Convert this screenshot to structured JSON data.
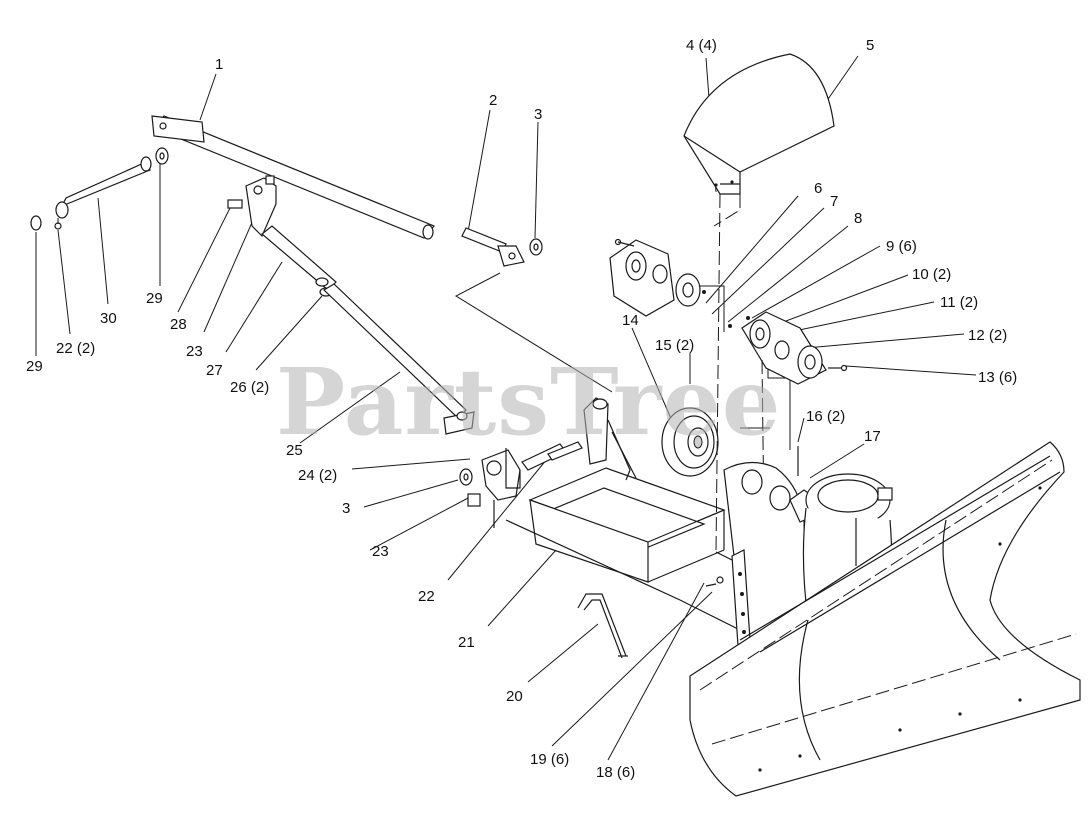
{
  "watermark": "PartsTree",
  "callouts": [
    {
      "id": "c1",
      "text": "1"
    },
    {
      "id": "c2",
      "text": "2"
    },
    {
      "id": "c3a",
      "text": "3"
    },
    {
      "id": "c4",
      "text": "4 (4)"
    },
    {
      "id": "c5",
      "text": "5"
    },
    {
      "id": "c6",
      "text": "6"
    },
    {
      "id": "c7",
      "text": "7"
    },
    {
      "id": "c8",
      "text": "8"
    },
    {
      "id": "c9",
      "text": "9 (6)"
    },
    {
      "id": "c10",
      "text": "10 (2)"
    },
    {
      "id": "c11",
      "text": "11 (2)"
    },
    {
      "id": "c12",
      "text": "12 (2)"
    },
    {
      "id": "c13",
      "text": "13 (6)"
    },
    {
      "id": "c14",
      "text": "14"
    },
    {
      "id": "c15",
      "text": "15 (2)"
    },
    {
      "id": "c16",
      "text": "16 (2)"
    },
    {
      "id": "c17",
      "text": "17"
    },
    {
      "id": "c18",
      "text": "18 (6)"
    },
    {
      "id": "c19",
      "text": "19 (6)"
    },
    {
      "id": "c20",
      "text": "20"
    },
    {
      "id": "c21",
      "text": "21"
    },
    {
      "id": "c22a",
      "text": "22"
    },
    {
      "id": "c22b",
      "text": "22 (2)"
    },
    {
      "id": "c23a",
      "text": "23"
    },
    {
      "id": "c23b",
      "text": "23"
    },
    {
      "id": "c24",
      "text": "24 (2)"
    },
    {
      "id": "c25",
      "text": "25"
    },
    {
      "id": "c26",
      "text": "26 (2)"
    },
    {
      "id": "c27",
      "text": "27"
    },
    {
      "id": "c28",
      "text": "28"
    },
    {
      "id": "c29a",
      "text": "29"
    },
    {
      "id": "c29b",
      "text": "29"
    },
    {
      "id": "c30",
      "text": "30"
    },
    {
      "id": "c3b",
      "text": "3"
    }
  ]
}
